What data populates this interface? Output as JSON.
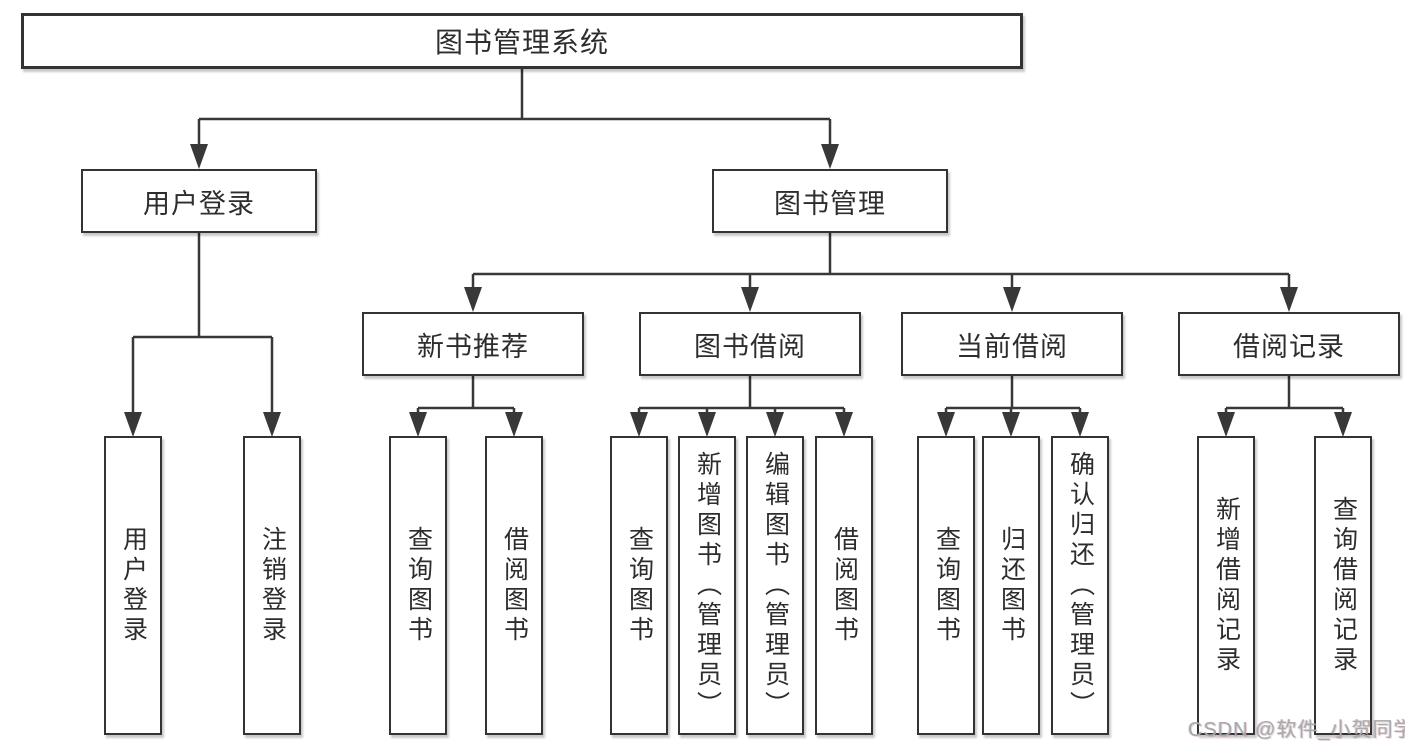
{
  "page": {
    "watermark": "CSDN @软件_小贺同学",
    "colors": {
      "background": "#ffffff",
      "line": "#383838",
      "box_border": "#333333",
      "text": "#2d2d2d",
      "watermark": "#a9a9a9"
    }
  },
  "tree": {
    "label": "图书管理系统",
    "children": [
      {
        "label": "用户登录",
        "children": [
          {
            "label": "用户登录"
          },
          {
            "label": "注销登录"
          }
        ]
      },
      {
        "label": "图书管理",
        "children": [
          {
            "label": "新书推荐",
            "children": [
              {
                "label": "查询图书"
              },
              {
                "label": "借阅图书"
              }
            ]
          },
          {
            "label": "图书借阅",
            "children": [
              {
                "label": "查询图书"
              },
              {
                "label": "新增图书（管理员）"
              },
              {
                "label": "编辑图书（管理员）"
              },
              {
                "label": "借阅图书"
              }
            ]
          },
          {
            "label": "当前借阅",
            "children": [
              {
                "label": "查询图书"
              },
              {
                "label": "归还图书"
              },
              {
                "label": "确认归还（管理员）"
              }
            ]
          },
          {
            "label": "借阅记录",
            "children": [
              {
                "label": "新增借阅记录"
              },
              {
                "label": "查询借阅记录"
              }
            ]
          }
        ]
      }
    ]
  }
}
